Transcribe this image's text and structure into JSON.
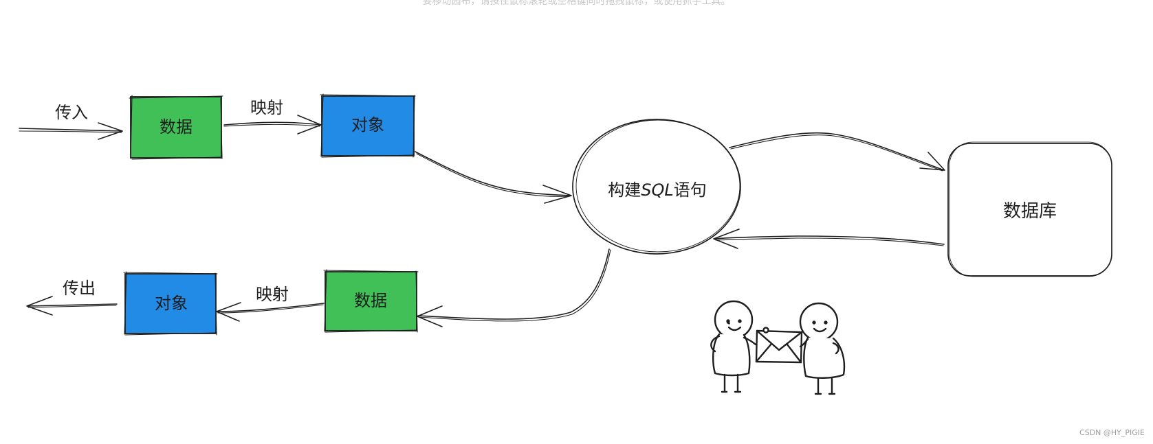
{
  "header": {
    "partial_text": "要移动园布，请按住鼠标滚轮或空格键同时拖拽鼠标，或使用抓手工具。"
  },
  "colors": {
    "green": "#40c057",
    "blue": "#228be6",
    "stroke": "#1e1e1e"
  },
  "flow_top": {
    "input_label": "传入",
    "data_label": "数据",
    "map_label": "映射",
    "object_label": "对象"
  },
  "center": {
    "sql_label_prefix": "构建",
    "sql_label_keyword": "SQL",
    "sql_label_suffix": "语句"
  },
  "database": {
    "label": "数据库"
  },
  "flow_bottom": {
    "output_label": "传出",
    "object_label": "对象",
    "map_label": "映射",
    "data_label": "数据"
  },
  "illustration": {
    "icon": "two-people-exchanging-envelope-icon"
  },
  "watermark": {
    "text": "CSDN @HY_PIGIE"
  }
}
